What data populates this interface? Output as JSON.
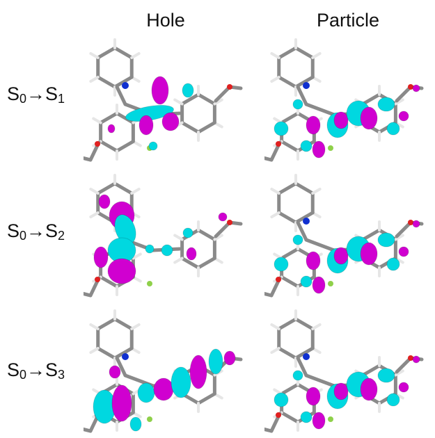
{
  "columns": [
    {
      "label": "Hole"
    },
    {
      "label": "Particle"
    }
  ],
  "rows": [
    {
      "state": "S",
      "from": "0",
      "arrow": "→",
      "to_state": "S",
      "to": "1"
    },
    {
      "state": "S",
      "from": "0",
      "arrow": "→",
      "to_state": "S",
      "to": "2"
    },
    {
      "state": "S",
      "from": "0",
      "arrow": "→",
      "to_state": "S",
      "to": "3"
    }
  ],
  "colors": {
    "positive_lobe": "#00d8e0",
    "negative_lobe": "#d000d0",
    "bond_carbon": "#8a8a8a",
    "bond_hydrogen": "#e6e6e6",
    "nitrogen": "#1030d0",
    "oxygen": "#e02020",
    "fluorine": "#8fd04a"
  }
}
